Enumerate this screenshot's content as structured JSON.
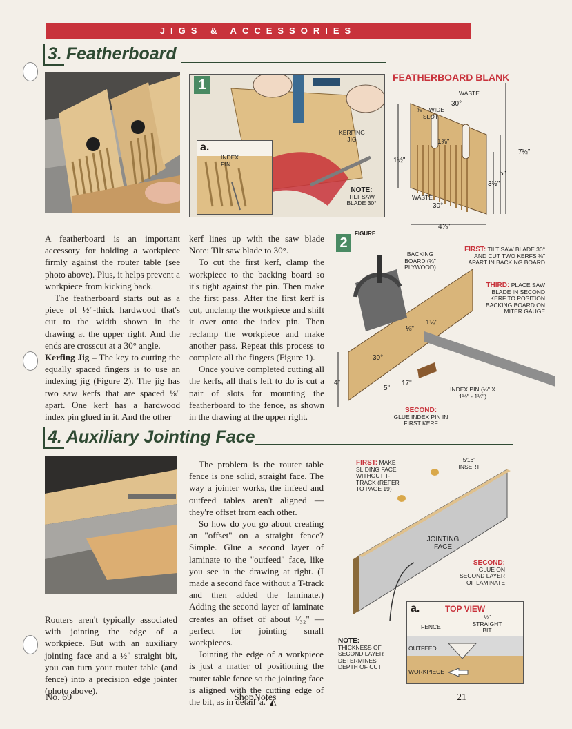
{
  "header": {
    "section": "JIGS & ACCESSORIES"
  },
  "featherboard": {
    "number": "3.",
    "title": "Featherboard",
    "col1": [
      "A featherboard is an important accessory for holding a workpiece firmly against the router table (see photo above). Plus, it helps prevent a workpiece from kicking back.",
      "The featherboard starts out as a piece of ½\"-thick hardwood that's cut to the width shown in the drawing at the upper right. And the ends are crosscut at a 30° angle.",
      "The key to cutting the equally spaced fingers is to use an indexing jig (Figure 2). The jig has two saw kerfs that are spaced ⅛\" apart. One kerf has a hardwood index pin glued in it. And the other"
    ],
    "kerfing_lead": "Kerfing Jig –",
    "col2": [
      "kerf lines up with the saw blade Note: Tilt saw blade to 30°.",
      "To cut the first kerf, clamp the workpiece to the backing board so it's tight against the pin. Then make the first pass. After the first kerf is cut, unclamp the workpiece and shift it over onto the index pin. Then reclamp the workpiece and make another pass. Repeat this process to complete all the fingers (Figure 1).",
      "Once you've completed cutting all the kerfs, all that's left to do is cut a pair of slots for mounting the featherboard to the fence, as shown in the drawing at the upper right."
    ]
  },
  "figure1": {
    "number": "1",
    "kerfing_jig": "KERFING JIG",
    "detail": "a.",
    "index_pin": "INDEX PIN",
    "note_title": "NOTE:",
    "note_text": "TILT SAW BLADE 30°"
  },
  "blank": {
    "title": "FEATHERBOARD BLANK",
    "waste_top": "WASTE",
    "angle_top": "30°",
    "slot": "⅜\" - WIDE SLOT",
    "dim_1_3_8": "1⅜\"",
    "dim_1_1_2": "1½\"",
    "dim_7_1_2": "7½\"",
    "dim_5": "5\"",
    "dim_3_1_2": "3½\"",
    "waste_bottom": "WASTE",
    "angle_bottom": "30°",
    "dim_width": "4⅜\""
  },
  "figure2": {
    "number": "2",
    "label": "FIGURE",
    "backing": "BACKING BOARD (¾\" PLYWOOD)",
    "first_title": "FIRST:",
    "first_text": "TILT SAW BLADE 30° AND CUT TWO KERFS ⅛\" APART IN BACKING BOARD",
    "third_title": "THIRD:",
    "third_text": "PLACE SAW BLADE IN SECOND KERF TO POSITION BACKING BOARD ON MITER GAUGE",
    "dim_1_8": "⅛\"",
    "dim_1_1_2": "1½\"",
    "angle": "30°",
    "dim_4": "4\"",
    "dim_5": "5\"",
    "dim_17": "17\"",
    "index_pin": "INDEX PIN (⅛\" x 1½\" - 1½\")",
    "second_title": "SECOND:",
    "second_text": "GLUE INDEX PIN IN FIRST KERF"
  },
  "jointing": {
    "number": "4.",
    "title": "Auxiliary Jointing Face",
    "col1": [
      "Routers aren't typically associated with jointing the edge of a workpiece. But with an auxiliary jointing face and a ½\" straight bit, you can turn your router table (and fence) into a precision edge jointer (photo above)."
    ],
    "col2": [
      "The problem is the router table fence is one solid, straight face. The way a jointer works, the infeed and outfeed tables aren't aligned — they're offset from each other.",
      "So how do you go about creating an \"offset\" on a straight fence? Simple. Glue a second layer of laminate to the \"outfeed\" face, like you see in the drawing at right. (I made a second face without a T-track and then added the laminate.) Adding the second layer of laminate creates an offset of about ¹⁄₃₂\" — perfect for jointing small workpieces.",
      "Jointing the edge of a workpiece is just a matter of positioning the router table fence so the jointing face is aligned with the cutting edge of the bit, as in detail 'a.' ◭"
    ]
  },
  "figure3": {
    "first_title": "FIRST:",
    "first_text": "MAKE SLIDING FACE WITHOUT T-TRACK (REFER TO PAGE 19)",
    "insert": "5⁄16\" INSERT",
    "jointing_face": "JOINTING FACE",
    "second_title": "SECOND:",
    "second_text": "GLUE ON SECOND LAYER OF LAMINATE",
    "detail": "a.",
    "top_view": "TOP VIEW",
    "fence": "FENCE",
    "bit": "½\" STRAIGHT BIT",
    "outfeed": "OUTFEED",
    "workpiece": "WORKPIECE",
    "note_title": "NOTE:",
    "note_text": "THICKNESS OF SECOND LAYER DETERMINES DEPTH OF CUT"
  },
  "footer": {
    "issue": "No. 69",
    "magazine": "ShopNotes",
    "page": "21"
  },
  "colors": {
    "accent_red": "#c8323b",
    "heading_green": "#2f4a33",
    "figure_green": "#4a8a63",
    "wood": "#d9b57a"
  }
}
